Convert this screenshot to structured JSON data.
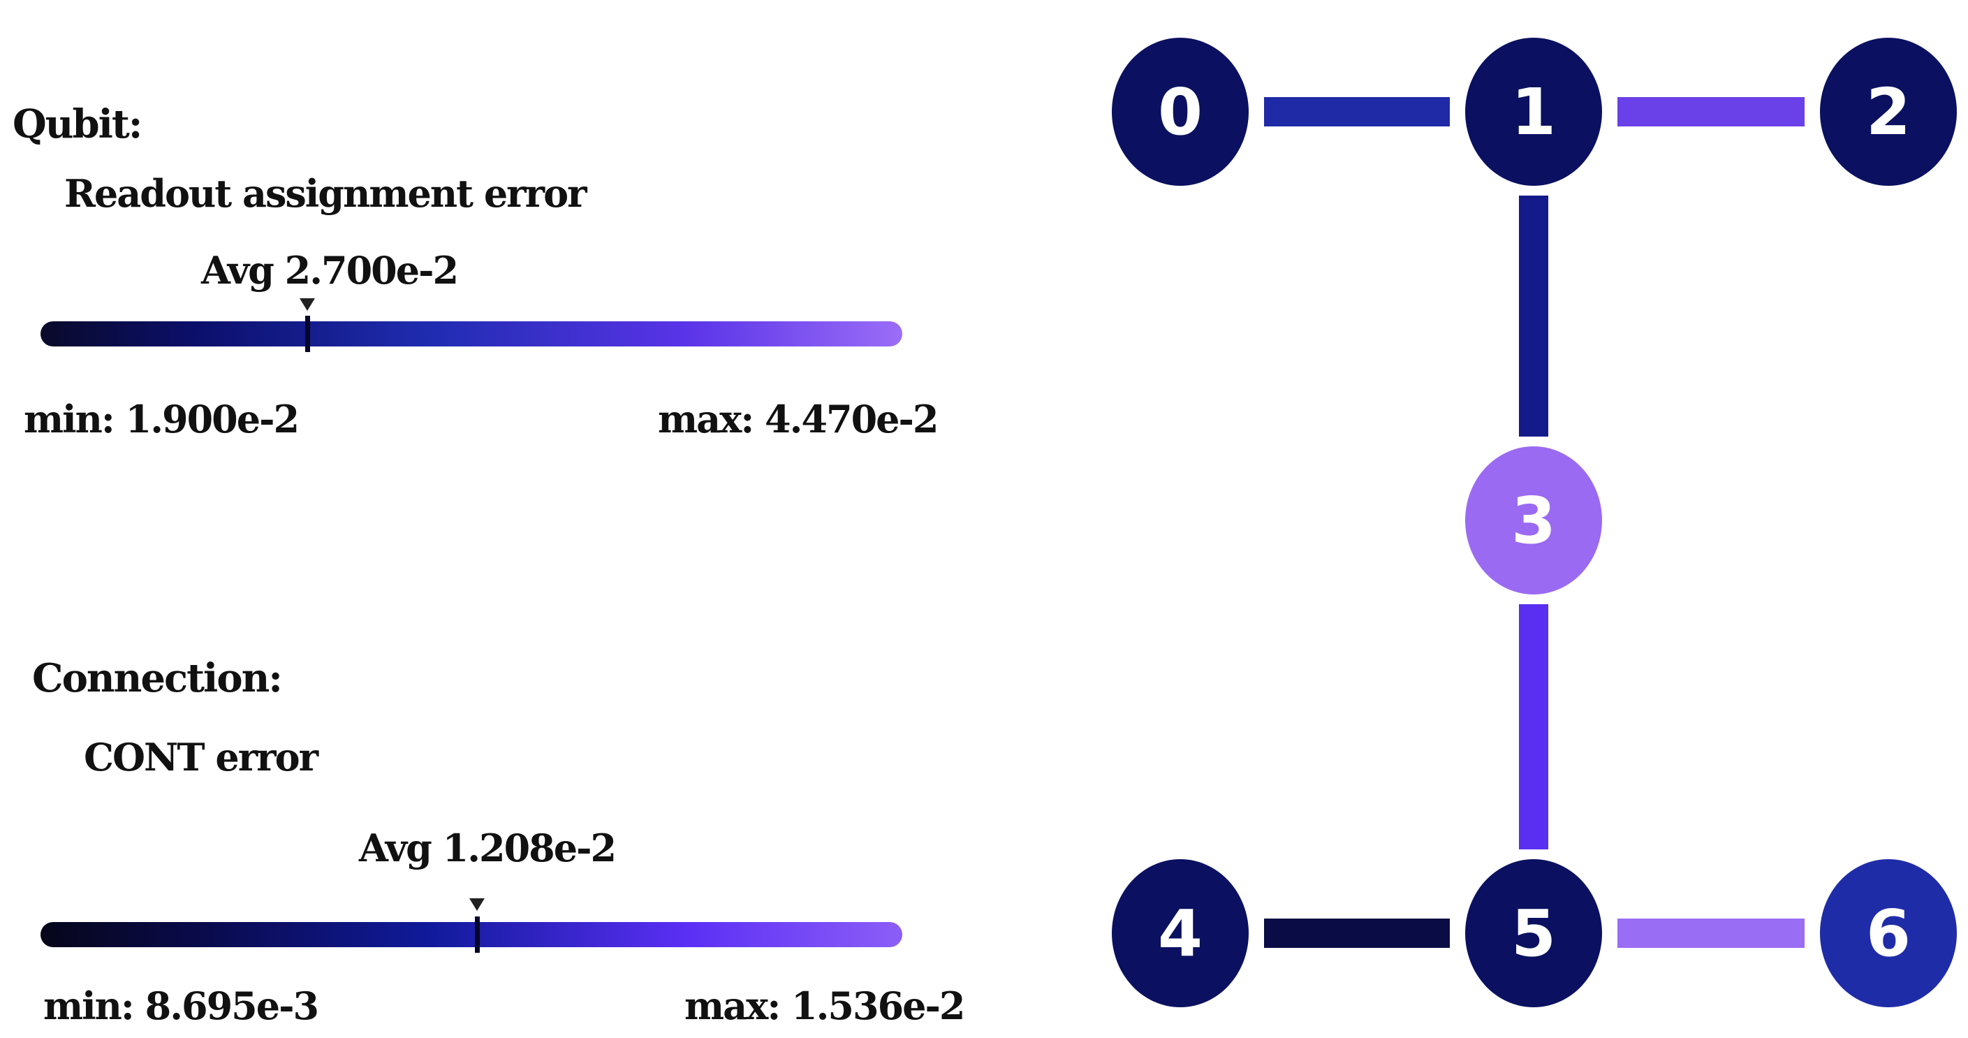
{
  "qubit_section": {
    "title": "Qubit:",
    "metric": "Readout assignment error",
    "avg_label": "Avg 2.700e-2",
    "min_label": "min: 1.900e-2",
    "max_label": "max: 4.470e-2",
    "min": 0.019,
    "max": 0.0447,
    "avg": 0.027
  },
  "connection_section": {
    "title": "Connection:",
    "metric": "CONT error",
    "avg_label": "Avg 1.208e-2",
    "min_label": "min: 8.695e-3",
    "max_label": "max: 1.536e-2",
    "min": 0.008695,
    "max": 0.01536,
    "avg": 0.01208
  },
  "graph": {
    "nodes": [
      {
        "id": "0",
        "label": "0",
        "color": "#0b1160"
      },
      {
        "id": "1",
        "label": "1",
        "color": "#0b1160"
      },
      {
        "id": "2",
        "label": "2",
        "color": "#0b1160"
      },
      {
        "id": "3",
        "label": "3",
        "color": "#9b6af2"
      },
      {
        "id": "4",
        "label": "4",
        "color": "#0b1160"
      },
      {
        "id": "5",
        "label": "5",
        "color": "#0b1160"
      },
      {
        "id": "6",
        "label": "6",
        "color": "#1f2ca8"
      }
    ],
    "edges": [
      {
        "from": "0",
        "to": "1",
        "color": "#1f2aa6"
      },
      {
        "from": "1",
        "to": "2",
        "color": "#6a40e8"
      },
      {
        "from": "1",
        "to": "3",
        "color": "#141a8a"
      },
      {
        "from": "3",
        "to": "5",
        "color": "#5a2ff2"
      },
      {
        "from": "4",
        "to": "5",
        "color": "#0a0d45"
      },
      {
        "from": "5",
        "to": "6",
        "color": "#9a6df5"
      }
    ]
  }
}
